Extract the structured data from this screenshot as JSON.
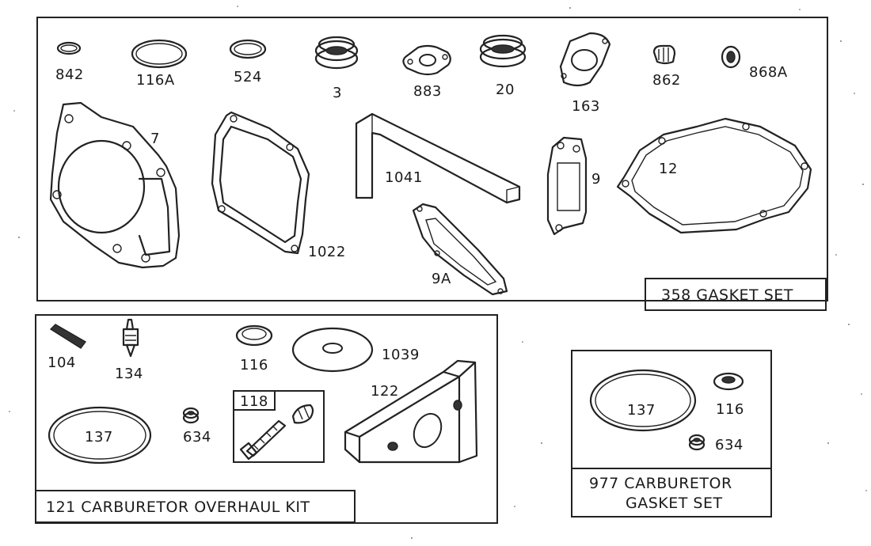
{
  "kits": {
    "gasket_set": {
      "title": "358 GASKET SET"
    },
    "overhaul_kit": {
      "title": "121 CARBURETOR OVERHAUL KIT"
    },
    "carb_gasket_set": {
      "title_line1": "977 CARBURETOR",
      "title_line2": "GASKET SET"
    }
  },
  "parts": {
    "p842": "842",
    "p116A": "116A",
    "p524": "524",
    "p3": "3",
    "p883": "883",
    "p20": "20",
    "p163": "163",
    "p862": "862",
    "p868A": "868A",
    "p7": "7",
    "p1041": "1041",
    "p9": "9",
    "p12": "12",
    "p1022": "1022",
    "p9A": "9A",
    "p104": "104",
    "p134": "134",
    "p116": "116",
    "p1039": "1039",
    "p122": "122",
    "p118": "118",
    "p137": "137",
    "p634": "634",
    "p137b": "137",
    "p116b": "116",
    "p634b": "634"
  }
}
